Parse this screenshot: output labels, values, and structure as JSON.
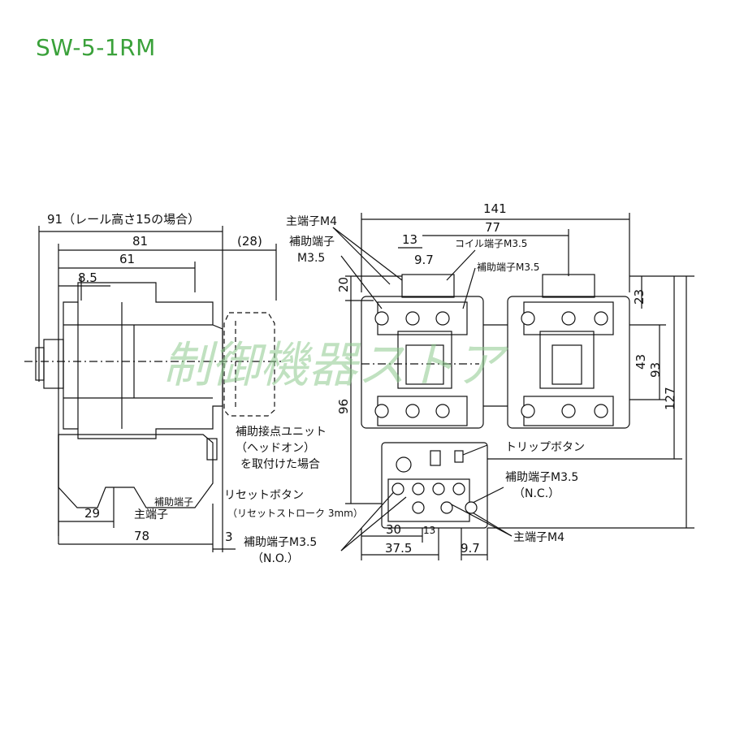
{
  "title": "SW-5-1RM",
  "watermark": "制御機器ストア",
  "colors": {
    "title": "#3aa13a",
    "watermark": "#8cc98c",
    "line": "#111111"
  },
  "side_view": {
    "dims": {
      "d91": "91（レール高さ15の場合）",
      "d81": "81",
      "d61": "61",
      "d85": "8.5",
      "d28": "(28)",
      "d29": "29",
      "d78": "78",
      "d3": "3"
    },
    "labels": {
      "aux_unit_1": "補助接点ユニット",
      "aux_unit_2": "（ヘッドオン）",
      "aux_unit_3": "を取付けた場合",
      "reset_1": "リセットボタン",
      "reset_2": "（リセットストローク 3mm）",
      "aux_terminal": "補助端子",
      "main_terminal": "主端子"
    }
  },
  "front_view": {
    "dims": {
      "d141": "141",
      "d77": "77",
      "d13": "13",
      "d97": "9.7",
      "d20": "20",
      "d96": "96",
      "d23": "23",
      "d43": "43",
      "d93": "93",
      "d127": "127",
      "d30": "30",
      "d13b": "13",
      "d375": "37.5",
      "d97b": "9.7"
    },
    "labels": {
      "main_m4": "主端子M4",
      "aux_m35_a": "補助端子",
      "aux_m35_b": "M3.5",
      "coil_m35": "コイル端子M3.5",
      "aux_m35_top": "補助端子M3.5",
      "trip_button": "トリップボタン",
      "aux_nc_1": "補助端子M3.5",
      "aux_nc_2": "（N.C.）",
      "aux_no_1": "補助端子M3.5",
      "aux_no_2": "（N.O.）",
      "main_m4_bottom": "主端子M4"
    }
  }
}
